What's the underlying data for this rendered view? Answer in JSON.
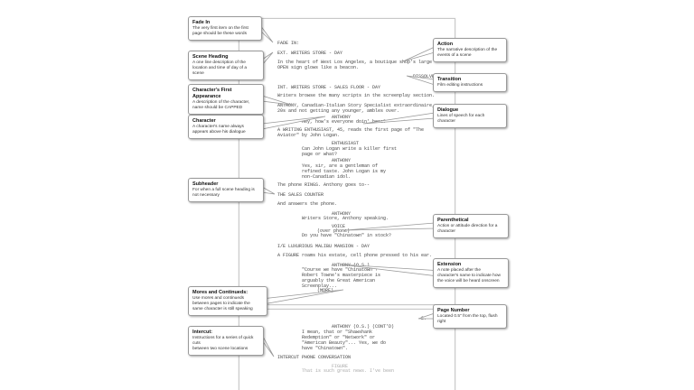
{
  "pages": [
    {
      "lines": [
        {
          "text": "FADE IN:",
          "indent": 0
        },
        {
          "text": "EXT. WRITERS STORE - DAY",
          "indent": 0
        },
        {
          "text": "In the heart of West Los Angeles, a boutique shop's large",
          "indent": 0
        },
        {
          "text": "OPEN sign glows like a beacon.",
          "indent": 0
        },
        {
          "text": "DISSOLVE TO:",
          "indent": 150
        },
        {
          "text": "INT. WRITERS STORE - SALES FLOOR - DAY",
          "indent": 0
        },
        {
          "text": "Writers browse the many scripts in the screenplay section.",
          "indent": 0
        },
        {
          "text": "ANTHONY, Canadian-Italian Story Specialist extraordinaire,",
          "indent": 0
        },
        {
          "text": "20s and not getting any younger, ambles over.",
          "indent": 0
        },
        {
          "text": "ANTHONY",
          "indent": 60
        },
        {
          "text": "Hey, how's everyone doin' here?",
          "indent": 27
        },
        {
          "text": "A WRITING ENTHUSIAST, 45, reads the first page of \"The",
          "indent": 0
        },
        {
          "text": "Aviator\" by John Logan.",
          "indent": 0
        },
        {
          "text": "ENTHUSIAST",
          "indent": 60
        },
        {
          "text": "Can John Logan write a killer first",
          "indent": 27
        },
        {
          "text": "page or what?",
          "indent": 27
        },
        {
          "text": "ANTHONY",
          "indent": 60
        },
        {
          "text": "Yes, sir, are a gentleman of",
          "indent": 27
        },
        {
          "text": "refined taste. John Logan is my",
          "indent": 27
        },
        {
          "text": "non-Canadian idol.",
          "indent": 27
        },
        {
          "text": "The phone RINGS. Anthony goes to--",
          "indent": 0
        },
        {
          "text": "THE SALES COUNTER",
          "indent": 0
        },
        {
          "text": "And answers the phone.",
          "indent": 0
        },
        {
          "text": "ANTHONY",
          "indent": 60
        },
        {
          "text": "Writers Store, Anthony speaking.",
          "indent": 27
        },
        {
          "text": "VOICE",
          "indent": 60
        },
        {
          "text": "(over phone)",
          "indent": 44
        },
        {
          "text": "Do you have \"Chinatown\" in stock?",
          "indent": 27
        },
        {
          "text": "I/E LUXURIOUS MALIBU MANSION - DAY",
          "indent": 0
        },
        {
          "text": "A FIGURE roams his estate, cell phone pressed to his ear.",
          "indent": 0
        },
        {
          "text": "ANTHONY (O.S.)",
          "indent": 60
        },
        {
          "text": "\"Course we have \"Chinatown\"!",
          "indent": 27
        },
        {
          "text": "Robert Towne's masterpiece is",
          "indent": 27
        },
        {
          "text": "arguably the Great American",
          "indent": 27
        },
        {
          "text": "Screenplay...",
          "indent": 27
        },
        {
          "text": "(MORE)",
          "indent": 44
        }
      ]
    },
    {
      "page_number": "2.",
      "lines": [
        {
          "text": "ANTHONY (O.S.) (CONT'D)",
          "indent": 60
        },
        {
          "text": "I mean, that or \"Shawshank",
          "indent": 27
        },
        {
          "text": "Redemption\" or \"Network\" or",
          "indent": 27
        },
        {
          "text": "\"American Beauty\"... Yes, we do",
          "indent": 27
        },
        {
          "text": "have \"Chinatown\".",
          "indent": 27
        },
        {
          "text": "INTERCUT PHONE CONVERSATION",
          "indent": 0
        },
        {
          "text": "FIGURE",
          "indent": 60
        },
        {
          "text": "That is such great news. I've been",
          "indent": 27
        }
      ]
    }
  ],
  "annotations": [
    {
      "title": "Fade In",
      "body": "The very first item on the first\npage should be these words"
    },
    {
      "title": "Scene Heading",
      "body": "A one line description of the\nlocation and time of day of a scene"
    },
    {
      "title": "Character's First Appearance",
      "body": "A description of the character,\nname should be CAPPED"
    },
    {
      "title": "Character",
      "body": "A character's name always\nappears above his dialogue"
    },
    {
      "title": "Subheader",
      "body": "For when a full scene heading is\nnot necessary"
    },
    {
      "title": "Mores and Continueds:",
      "body": "Use mores and continueds\nbetween pages to indicate the\nsame character is still speaking"
    },
    {
      "title": "Intercut:",
      "body": "Instructions for a series of quick cuts\nbetween two scene locations"
    },
    {
      "title": "Action",
      "body": "The narrative description of the\nevents of a scene"
    },
    {
      "title": "Transition",
      "body": "Film editing instructions"
    },
    {
      "title": "Dialogue",
      "body": "Lines of speech for each\ncharacter"
    },
    {
      "title": "Parenthetical",
      "body": "Action or attitude direction for a\ncharacter"
    },
    {
      "title": "Extension",
      "body": "A note placed after the\ncharacter's name to indicate how\nthe voice will be heard onscreen"
    },
    {
      "title": "Page Number",
      "body": "Located 0.5\" from the top, flush\nright"
    }
  ]
}
